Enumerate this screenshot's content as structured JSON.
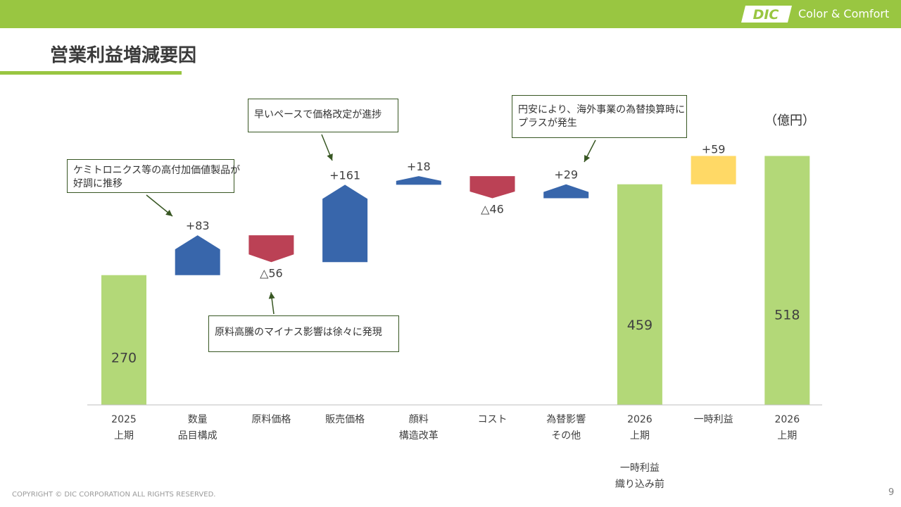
{
  "header": {
    "brand_logo": "DIC",
    "tagline": "Color & Comfort",
    "accent_color": "#99c641"
  },
  "title": "営業利益増減要因",
  "unit_label": "（億円）",
  "chart_data": {
    "type": "waterfall",
    "categories": [
      [
        "2025",
        "上期"
      ],
      [
        "数量",
        "品目構成"
      ],
      [
        "原料価格"
      ],
      [
        "販売価格"
      ],
      [
        "顔料",
        "構造改革"
      ],
      [
        "コスト"
      ],
      [
        "為替影響",
        "その他"
      ],
      [
        "2026",
        "上期",
        "",
        "一時利益",
        "織り込み前"
      ],
      [
        "一時利益"
      ],
      [
        "2026",
        "上期"
      ]
    ],
    "steps": [
      {
        "kind": "total",
        "value": 270,
        "label": "270"
      },
      {
        "kind": "increase",
        "value": 83,
        "label": "+83"
      },
      {
        "kind": "decrease",
        "value": -56,
        "label": "△56"
      },
      {
        "kind": "increase",
        "value": 161,
        "label": "+161"
      },
      {
        "kind": "increase",
        "value": 18,
        "label": "+18"
      },
      {
        "kind": "decrease",
        "value": -46,
        "label": "△46"
      },
      {
        "kind": "increase",
        "value": 29,
        "label": "+29"
      },
      {
        "kind": "total",
        "value": 459,
        "label": "459"
      },
      {
        "kind": "one-off",
        "value": 59,
        "label": "+59"
      },
      {
        "kind": "total",
        "value": 518,
        "label": "518"
      }
    ],
    "colors": {
      "total": "#b3d878",
      "increase": "#3866ab",
      "decrease": "#bb4155",
      "one-off": "#ffd966"
    }
  },
  "annotations": [
    {
      "text": [
        "ケミトロニクス等の高付加価値製品が",
        "好調に推移"
      ]
    },
    {
      "text": [
        "早いペースで価格改定が進捗"
      ]
    },
    {
      "text": [
        "原料高騰のマイナス影響は徐々に発現"
      ]
    },
    {
      "text": [
        "円安により、海外事業の為替換算時に",
        "プラスが発生"
      ]
    }
  ],
  "footer": {
    "copyright": "COPYRIGHT © DIC CORPORATION ALL RIGHTS RESERVED.",
    "page_number": "9"
  }
}
